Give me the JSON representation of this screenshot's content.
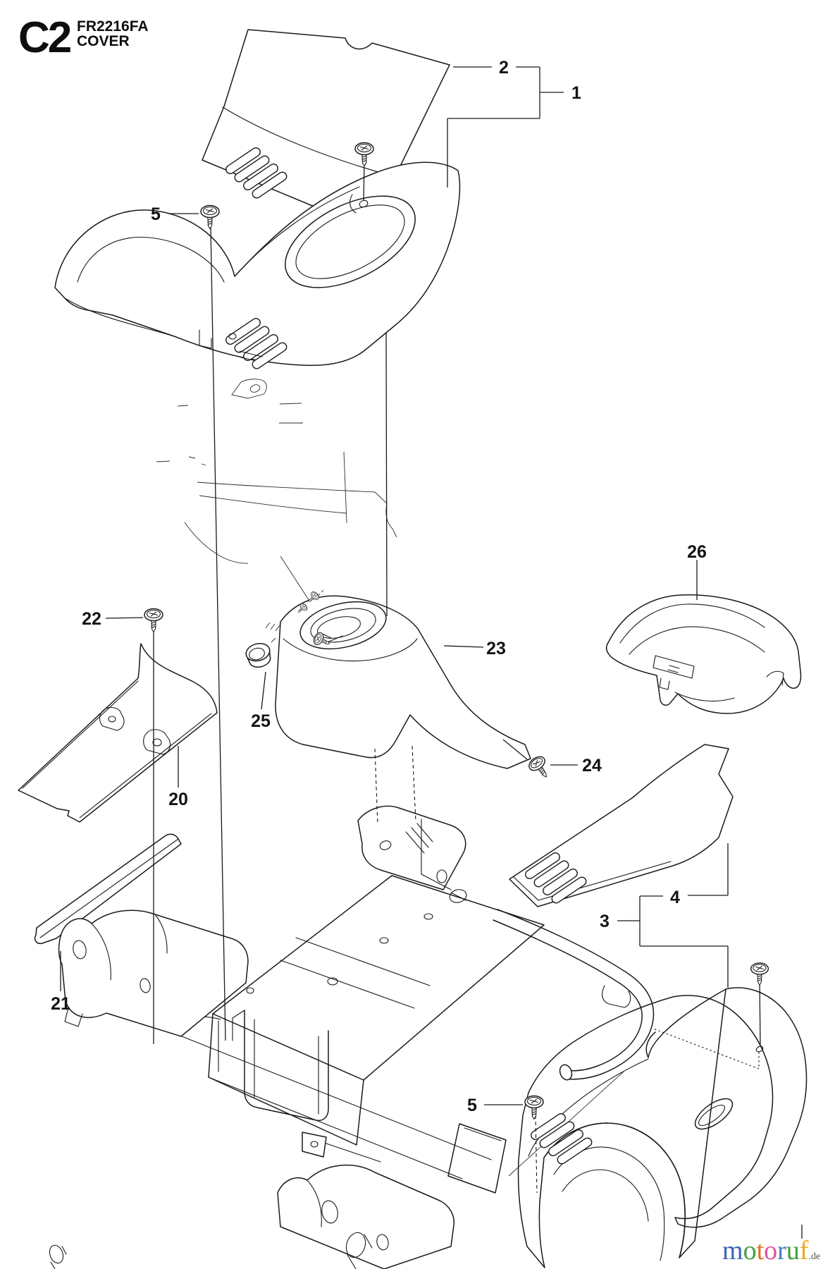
{
  "header": {
    "section_code": "C2",
    "model": "FR2216FA",
    "title": "COVER"
  },
  "callouts": {
    "item1": "1",
    "item2": "2",
    "item3": "3",
    "item4": "4",
    "item5": "5",
    "item20": "20",
    "item21": "21",
    "item22": "22",
    "item23": "23",
    "item24": "24",
    "item25": "25",
    "item26": "26"
  },
  "watermark": {
    "letters": [
      {
        "ch": "m",
        "color": "#3A66B8"
      },
      {
        "ch": "o",
        "color": "#3FA03F"
      },
      {
        "ch": "t",
        "color": "#E2711D"
      },
      {
        "ch": "o",
        "color": "#E0559D"
      },
      {
        "ch": "r",
        "color": "#4A79C5"
      },
      {
        "ch": "u",
        "color": "#3FA03F"
      },
      {
        "ch": "f",
        "color": "#EDAA1F"
      }
    ],
    "tld": {
      "text": ".de",
      "color": "#55524A"
    }
  },
  "colors": {
    "line": "#1a1a1a",
    "background": "#ffffff"
  }
}
